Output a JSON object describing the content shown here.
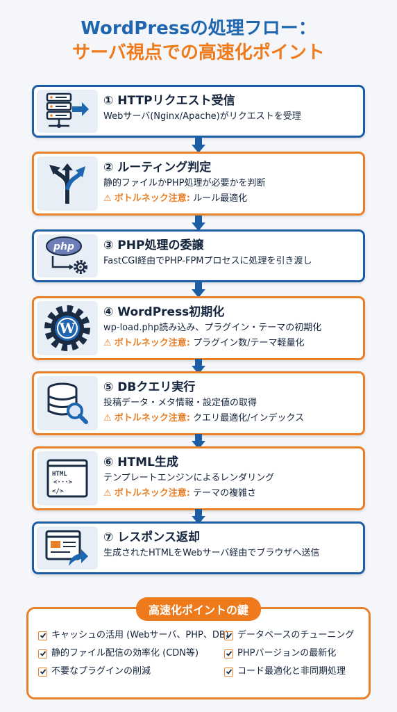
{
  "title": {
    "line1": "WordPressの処理フロー：",
    "line2": "サーバ視点での高速化ポイント"
  },
  "warning_label": "ボトルネック注意:",
  "warning_icon": "warning-triangle-icon",
  "colors": {
    "blue": "#1c5ea5",
    "orange": "#e8802a",
    "icon_bg": "#e8eef6"
  },
  "steps": [
    {
      "head": "① HTTPリクエスト受信",
      "desc": "Webサーバ(Nginx/Apache)がリクエストを受理",
      "icon": "server-icon"
    },
    {
      "head": "② ルーティング判定",
      "desc": "静的ファイルかPHP処理が必要かを判断",
      "note": "ルール最適化",
      "icon": "route-split-arrow-icon"
    },
    {
      "head": "③ PHP処理の委譲",
      "desc": "FastCGI経由でPHP-FPMプロセスに処理を引き渡し",
      "icon": "php-gear-icon"
    },
    {
      "head": "④ WordPress初期化",
      "desc": "wp-load.php読み込み、プラグイン・テーマの初期化",
      "note": "プラグイン数/テーマ軽量化",
      "icon": "wordpress-gear-icon"
    },
    {
      "head": "⑤ DBクエリ実行",
      "desc": "投稿データ・メタ情報・設定値の取得",
      "note": "クエリ最適化/インデックス",
      "icon": "database-search-icon"
    },
    {
      "head": "⑥ HTML生成",
      "desc": "テンプレートエンジンによるレンダリング",
      "note": "テーマの複雑さ",
      "icon": "html-code-window-icon"
    },
    {
      "head": "⑦ レスポンス返却",
      "desc": "生成されたHTMLをWebサーバ経由でブラウザへ送信",
      "icon": "browser-send-icon"
    }
  ],
  "keys": {
    "title": "高速化ポイントの鍵",
    "items": [
      "キャッシュの活用 (Webサーバ、PHP、DB)",
      "データベースのチューニング",
      "静的ファイル配信の効率化 (CDN等)",
      "PHPバージョンの最新化",
      "不要なプラグインの削減",
      "コード最適化と非同期処理"
    ]
  }
}
